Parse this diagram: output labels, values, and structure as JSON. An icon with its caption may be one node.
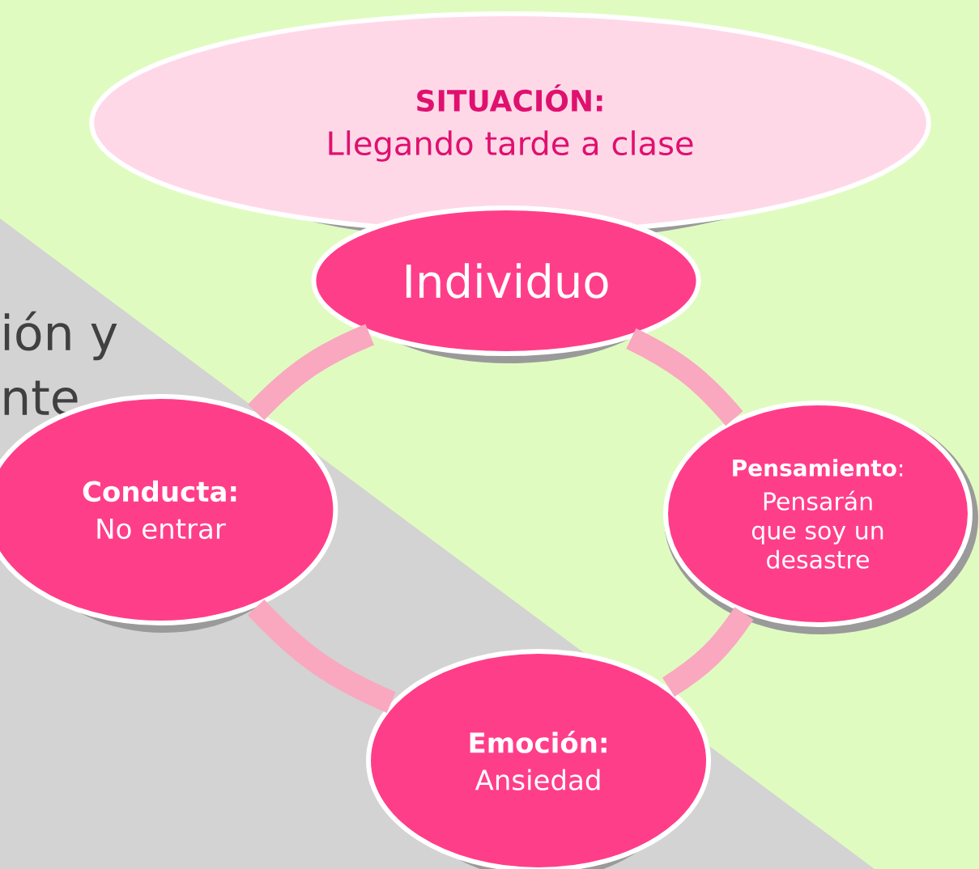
{
  "diagram": {
    "nodes": [
      {
        "text": [
          "SITUACIÓN:",
          "Llegando tarde a clase"
        ]
      },
      {
        "text": [
          "Individuo"
        ]
      },
      {
        "text": [
          "Conducta:",
          "No entrar"
        ]
      },
      {
        "text": [
          "**Pensamiento**:",
          "Pensarán que soy un desastre"
        ]
      },
      {
        "text": [
          "Emoción:",
          "Ansiedad"
        ]
      }
    ],
    "edges": [
      {
        "from": 1,
        "to": 2,
        "arrow": "none"
      },
      {
        "from": 1,
        "to": 3,
        "arrow": "none"
      },
      {
        "from": 2,
        "to": 4,
        "arrow": "none"
      },
      {
        "from": 3,
        "to": 4,
        "arrow": "none"
      }
    ],
    "labels": [
      "ión y",
      "nte"
    ]
  }
}
